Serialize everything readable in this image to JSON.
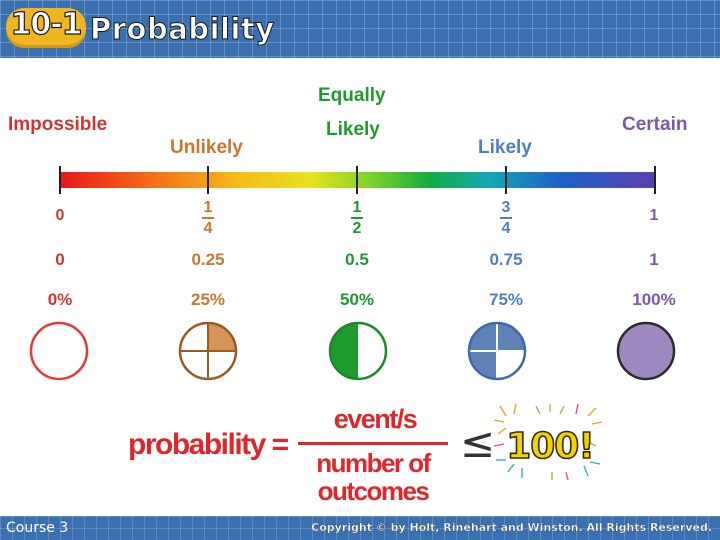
{
  "header": {
    "lesson_number": "10-1",
    "title": "Probability"
  },
  "scale": {
    "labels": {
      "impossible": "Impossible",
      "unlikely": "Unlikely",
      "equally_line1": "Equally",
      "equally_line2": "Likely",
      "likely": "Likely",
      "certain": "Certain"
    },
    "fractions": [
      {
        "whole": "0"
      },
      {
        "num": "1",
        "den": "4"
      },
      {
        "num": "1",
        "den": "2"
      },
      {
        "num": "3",
        "den": "4"
      },
      {
        "whole": "1"
      }
    ],
    "decimals": [
      "0",
      "0.25",
      "0.5",
      "0.75",
      "1"
    ],
    "percents": [
      "0%",
      "25%",
      "50%",
      "75%",
      "100%"
    ],
    "circle_fill_fractions": [
      0,
      0.25,
      0.5,
      0.75,
      1
    ],
    "colors": {
      "impossible": "#d23434",
      "unlikely": "#c8782c",
      "equally_likely": "#1f9a2e",
      "likely": "#4c7fc4",
      "certain": "#7a5aa6"
    }
  },
  "formula": {
    "lhs": "probability =",
    "numerator": "event/s",
    "denominator_line1": "number of",
    "denominator_line2": "outcomes",
    "comparison": "≤",
    "bound_text": "100!"
  },
  "footer": {
    "course": "Course 3",
    "copyright": "Copyright © by Holt, Rinehart and Winston. All Rights Reserved."
  }
}
